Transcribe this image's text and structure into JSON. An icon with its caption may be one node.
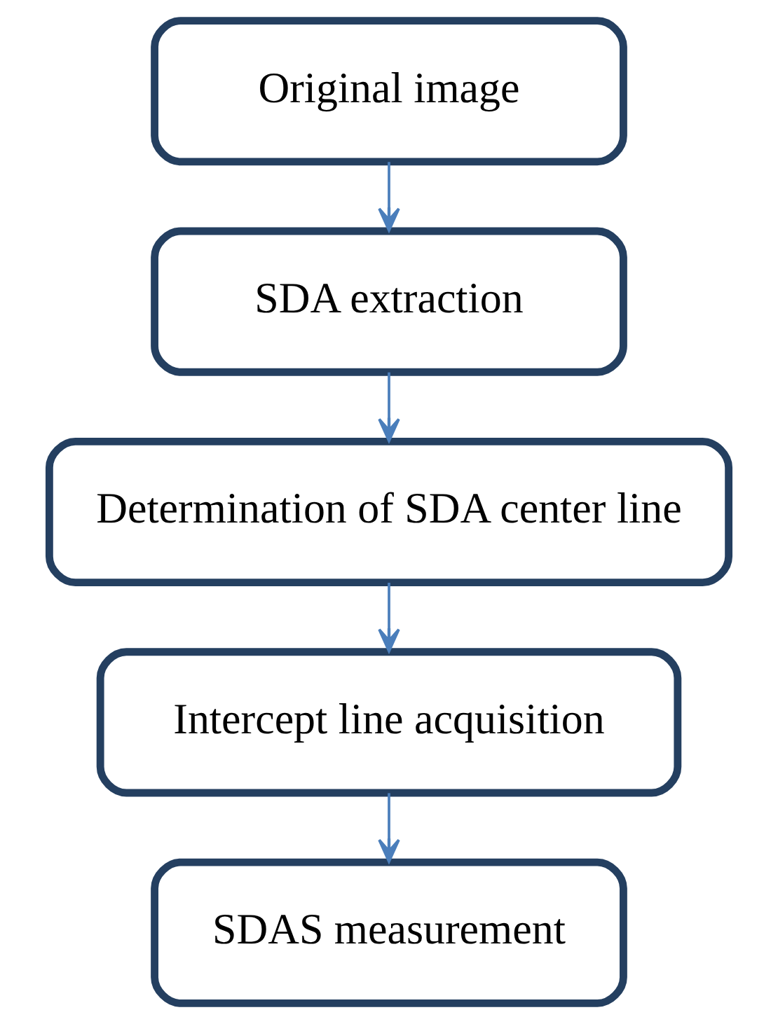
{
  "diagram": {
    "nodes": [
      {
        "text": [
          "Original image"
        ]
      },
      {
        "text": [
          "SDA extraction"
        ]
      },
      {
        "text": [
          "Determination of SDA center line"
        ]
      },
      {
        "text": [
          "Intercept line acquisition"
        ]
      },
      {
        "text": [
          "SDAS measurement"
        ]
      }
    ],
    "edges": [
      {
        "from": 0,
        "to": 1,
        "arrow": "to"
      },
      {
        "from": 1,
        "to": 2,
        "arrow": "to"
      },
      {
        "from": 2,
        "to": 3,
        "arrow": "to"
      },
      {
        "from": 3,
        "to": 4,
        "arrow": "to"
      }
    ]
  }
}
